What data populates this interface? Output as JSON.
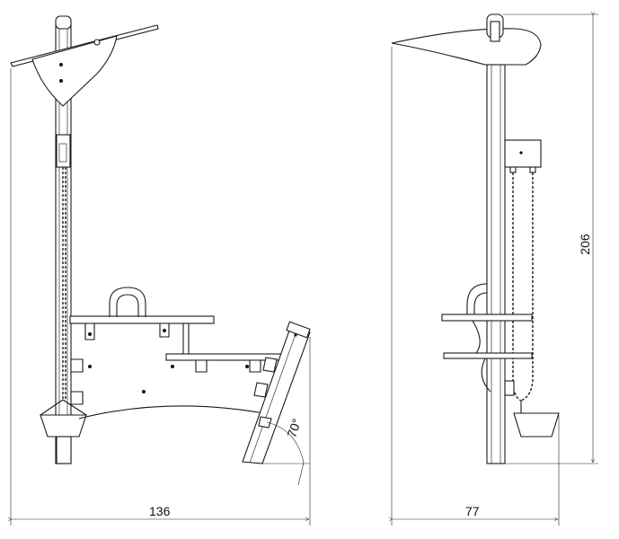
{
  "drawing": {
    "dimensions": {
      "left_width": "136",
      "right_width": "77",
      "right_height": "206",
      "angle": "70°"
    }
  }
}
